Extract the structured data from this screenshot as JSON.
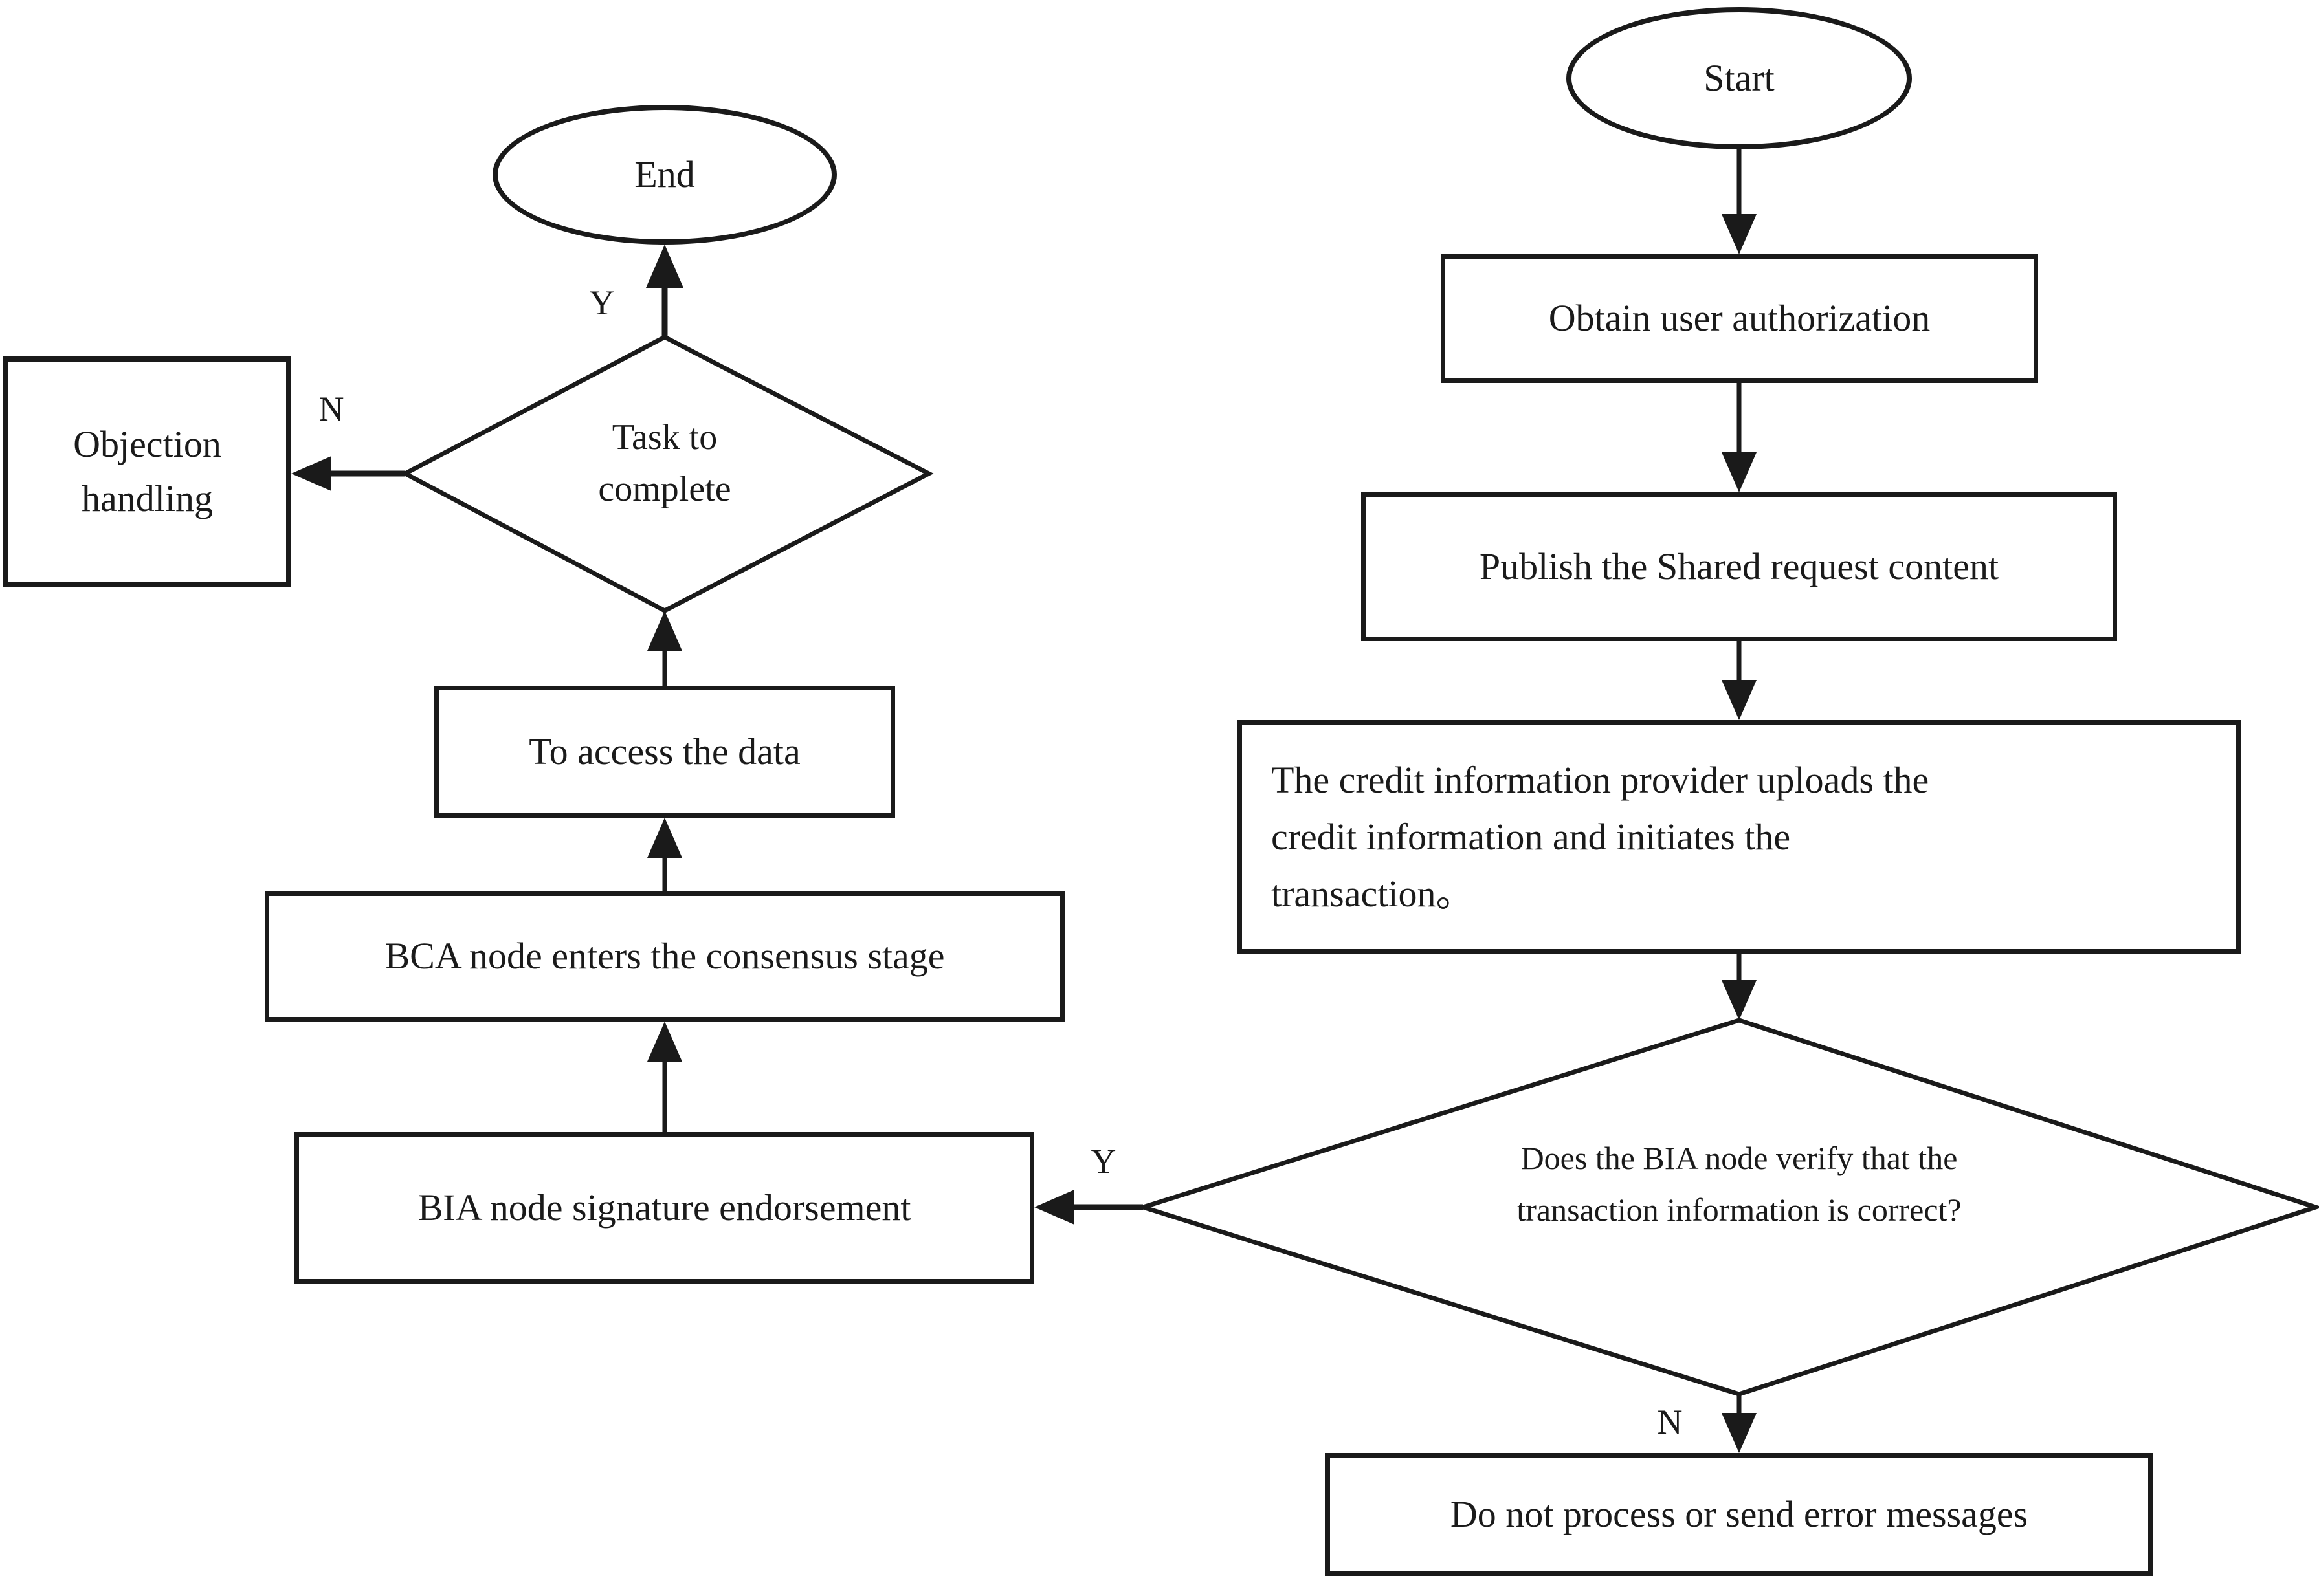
{
  "diagram": {
    "colors": {
      "line": "#1a1a1a",
      "node_fill": "#ffffff",
      "background": "#ffffff",
      "text": "#1a1a1a"
    },
    "nodes": {
      "start": {
        "type": "terminator",
        "label": "Start"
      },
      "obtain_user_authorization": {
        "type": "process",
        "label": "Obtain user authorization"
      },
      "publish_shared_request_content": {
        "type": "process",
        "label": "Publish the Shared request content"
      },
      "credit_provider_uploads": {
        "type": "process",
        "lines": [
          "The credit information provider uploads the",
          "credit information and initiates the",
          "transaction。"
        ]
      },
      "bia_verify_decision": {
        "type": "decision",
        "lines": [
          "Does the BIA node verify that the",
          "transaction information is correct?"
        ]
      },
      "do_not_process": {
        "type": "process",
        "label": "Do not process or send error messages"
      },
      "bia_signature_endorsement": {
        "type": "process",
        "label": "BIA node signature endorsement"
      },
      "bca_consensus_stage": {
        "type": "process",
        "label": "BCA node enters the consensus stage"
      },
      "to_access_the_data": {
        "type": "process",
        "label": "To access the data"
      },
      "task_complete_decision": {
        "type": "decision",
        "lines": [
          "Task to",
          "complete"
        ]
      },
      "end": {
        "type": "terminator",
        "label": "End"
      },
      "objection_handling": {
        "type": "process",
        "lines": [
          "Objection",
          "handling"
        ]
      }
    },
    "edge_labels": {
      "bia_verify_yes": "Y",
      "bia_verify_no": "N",
      "task_complete_yes": "Y",
      "task_complete_no": "N"
    }
  }
}
